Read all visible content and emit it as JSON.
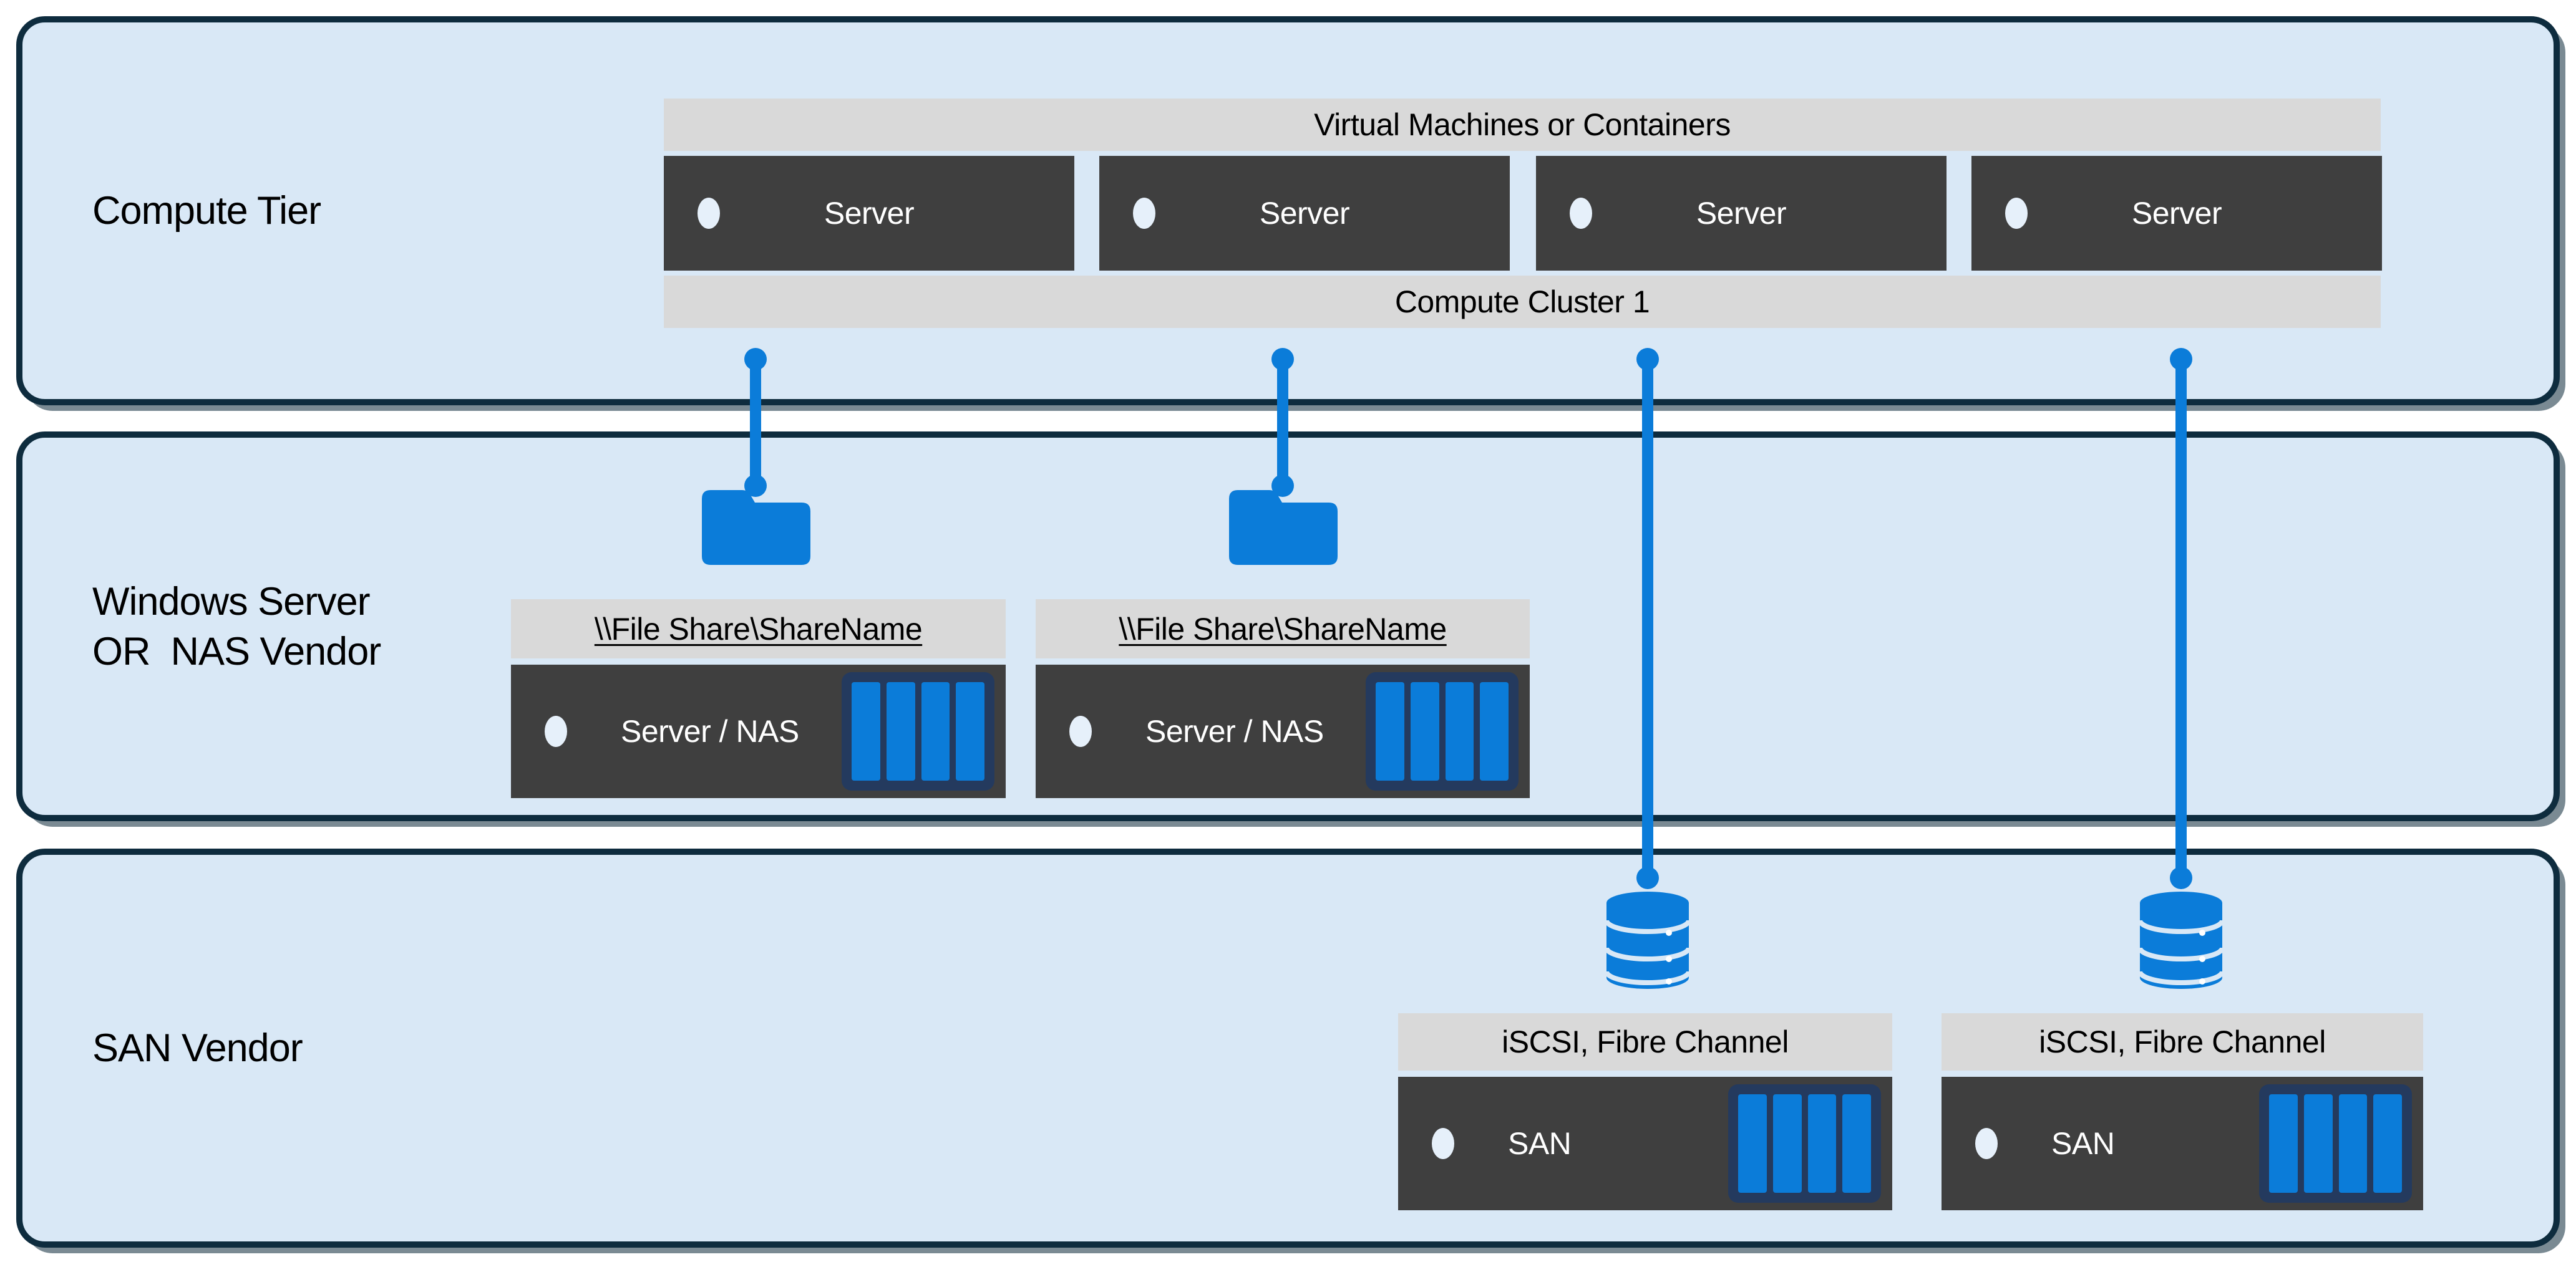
{
  "palette": {
    "page_bg": "#FFFFFF",
    "tier_fill": "#D9E8F6",
    "tier_border": "#0E2C3E",
    "bar_fill": "#D9D9D9",
    "box_fill": "#3F3F3F",
    "box_text": "#FFFFFF",
    "accent_blue": "#0B7CD9",
    "disk_navy": "#243A5E",
    "bullet_fill": "#E6F0FA",
    "label_text": "#000000"
  },
  "tiers": [
    {
      "label": "Compute Tier"
    },
    {
      "label_line1": "Windows Server",
      "label_line2": "OR  NAS Vendor"
    },
    {
      "label": "SAN Vendor"
    }
  ],
  "compute": {
    "header": "Virtual Machines or Containers",
    "servers": [
      "Server",
      "Server",
      "Server",
      "Server"
    ],
    "footer": "Compute Cluster 1"
  },
  "nas": {
    "groups": [
      {
        "share_path": "\\\\File Share\\ShareName",
        "device": "Server / NAS"
      },
      {
        "share_path": "\\\\File Share\\ShareName",
        "device": "Server / NAS"
      }
    ]
  },
  "san": {
    "groups": [
      {
        "protocol": "iSCSI, Fibre Channel",
        "device": "SAN"
      },
      {
        "protocol": "iSCSI, Fibre Channel",
        "device": "SAN"
      }
    ]
  },
  "connections": [
    {
      "from": "compute-cluster-1",
      "to": "file-share-1"
    },
    {
      "from": "compute-cluster-1",
      "to": "file-share-2"
    },
    {
      "from": "compute-cluster-1",
      "to": "san-1"
    },
    {
      "from": "compute-cluster-1",
      "to": "san-2"
    }
  ]
}
